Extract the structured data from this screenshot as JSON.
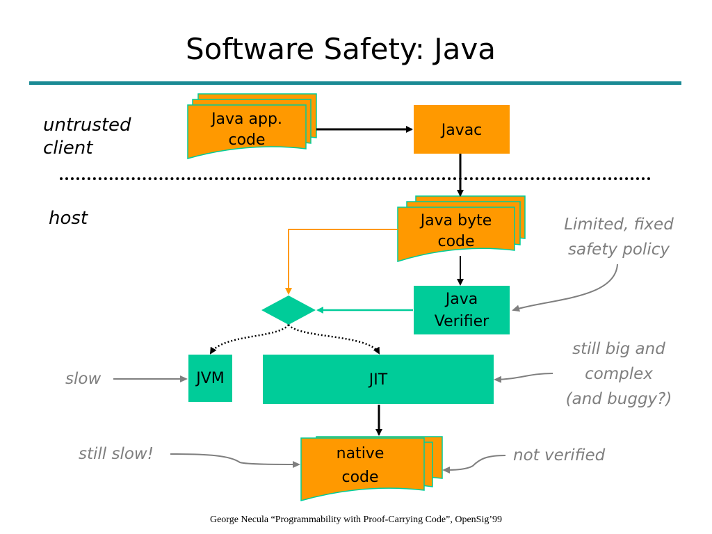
{
  "title": "Software Safety: Java",
  "zones": {
    "untrusted_line1": "untrusted",
    "untrusted_line2": "client",
    "host": "host"
  },
  "nodes": {
    "java_app_line1": "Java app.",
    "java_app_line2": "code",
    "javac": "Javac",
    "bytecode_line1": "Java byte",
    "bytecode_line2": "code",
    "verifier_line1": "Java",
    "verifier_line2": "Verifier",
    "jvm": "JVM",
    "jit": "JIT",
    "native_line1": "native",
    "native_line2": "code"
  },
  "annotations": {
    "policy_line1": "Limited, fixed",
    "policy_line2": "safety policy",
    "jit_line1": "still big and",
    "jit_line2": "complex",
    "jit_line3": "(and buggy?)",
    "slow": "slow",
    "still_slow": "still slow!",
    "not_verified": "not verified"
  },
  "footer": "George Necula “Programmability with Proof-Carrying Code”, OpenSig’99",
  "colors": {
    "orange": "#ff9900",
    "teal": "#00cc99",
    "rule": "#1a8a94",
    "note_gray": "#7f7f7f"
  }
}
